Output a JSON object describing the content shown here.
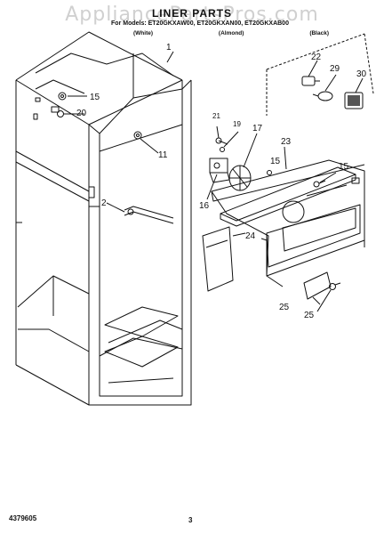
{
  "header": {
    "watermark": "AppliancePartsPros.com",
    "title": "LINER PARTS",
    "models": "For Models: ET20GKXAW00, ET20GKXAN00, ET20GKXAB00",
    "variants": [
      "(White)",
      "(Almond)",
      "(Black)"
    ]
  },
  "diagram": {
    "callouts": [
      "1",
      "2",
      "11",
      "15",
      "15",
      "15",
      "16",
      "17",
      "19",
      "20",
      "21",
      "22",
      "23",
      "24",
      "25",
      "25",
      "29",
      "30"
    ]
  },
  "footer": {
    "doc_number": "4379605",
    "page_number": "3"
  }
}
